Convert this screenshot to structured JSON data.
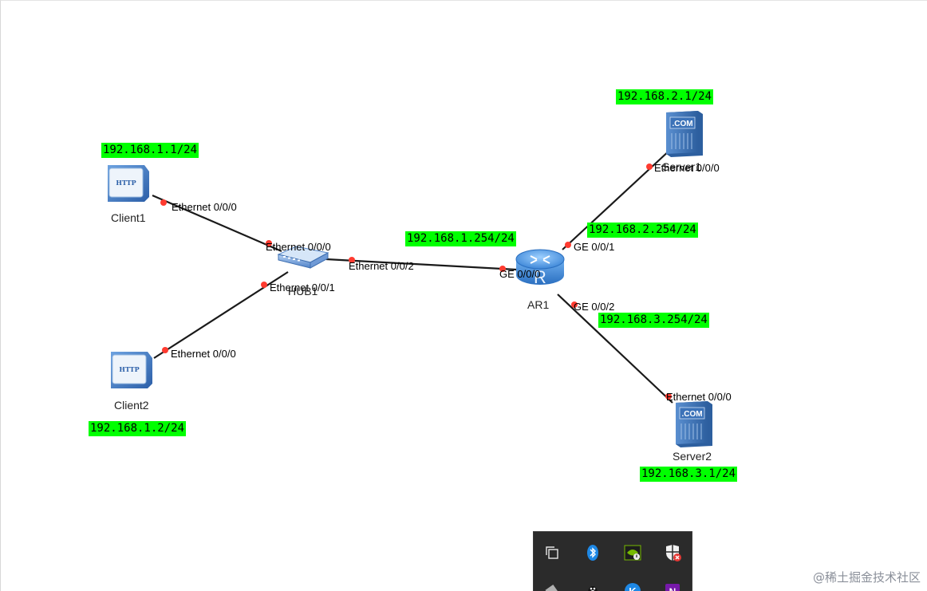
{
  "topology": {
    "devices": {
      "client1": {
        "name": "Client1",
        "icon": "http-client-icon",
        "badge": "HTTP"
      },
      "client2": {
        "name": "Client2",
        "icon": "http-client-icon",
        "badge": "HTTP"
      },
      "hub1": {
        "name": "HUB1",
        "icon": "hub-icon"
      },
      "ar1": {
        "name": "AR1",
        "icon": "router-icon",
        "badge": "R"
      },
      "server1": {
        "name": "Server1",
        "icon": "server-icon",
        "badge": ".COM"
      },
      "server2": {
        "name": "Server2",
        "icon": "server-icon",
        "badge": ".COM"
      }
    },
    "ip_labels": {
      "client1": "192.168.1.1/24",
      "client2": "192.168.1.2/24",
      "ar1_g000": "192.168.1.254/24",
      "server1": "192.168.2.1/24",
      "ar1_g001": "192.168.2.254/24",
      "ar1_g002": "192.168.3.254/24",
      "server2": "192.168.3.1/24"
    },
    "ports": {
      "client1_eth": "Ethernet 0/0/0",
      "client2_eth": "Ethernet 0/0/0",
      "hub_eth0": "Ethernet 0/0/0",
      "hub_eth1": "Ethernet 0/0/1",
      "hub_eth2": "Ethernet 0/0/2",
      "ar1_ge0": "GE 0/0/0",
      "ar1_ge1": "GE 0/0/1",
      "ar1_ge2": "GE 0/0/2",
      "server1_eth": "Ethernet 0/0/0",
      "server2_eth": "Ethernet 0/0/0"
    },
    "colors": {
      "ip_label_bg": "#00ff00",
      "link": "#1a1a1a",
      "port_dot": "#ff3b30",
      "device_blue": "#3d78c4"
    }
  },
  "tray": {
    "icons": [
      {
        "name": "window-switch-icon"
      },
      {
        "name": "bluetooth-icon"
      },
      {
        "name": "nvidia-icon"
      },
      {
        "name": "security-shield-icon"
      },
      {
        "name": "usb-drive-icon"
      },
      {
        "name": "penguin-icon"
      },
      {
        "name": "kugou-icon"
      },
      {
        "name": "onenote-icon"
      }
    ]
  },
  "watermark": "@稀土掘金技术社区"
}
